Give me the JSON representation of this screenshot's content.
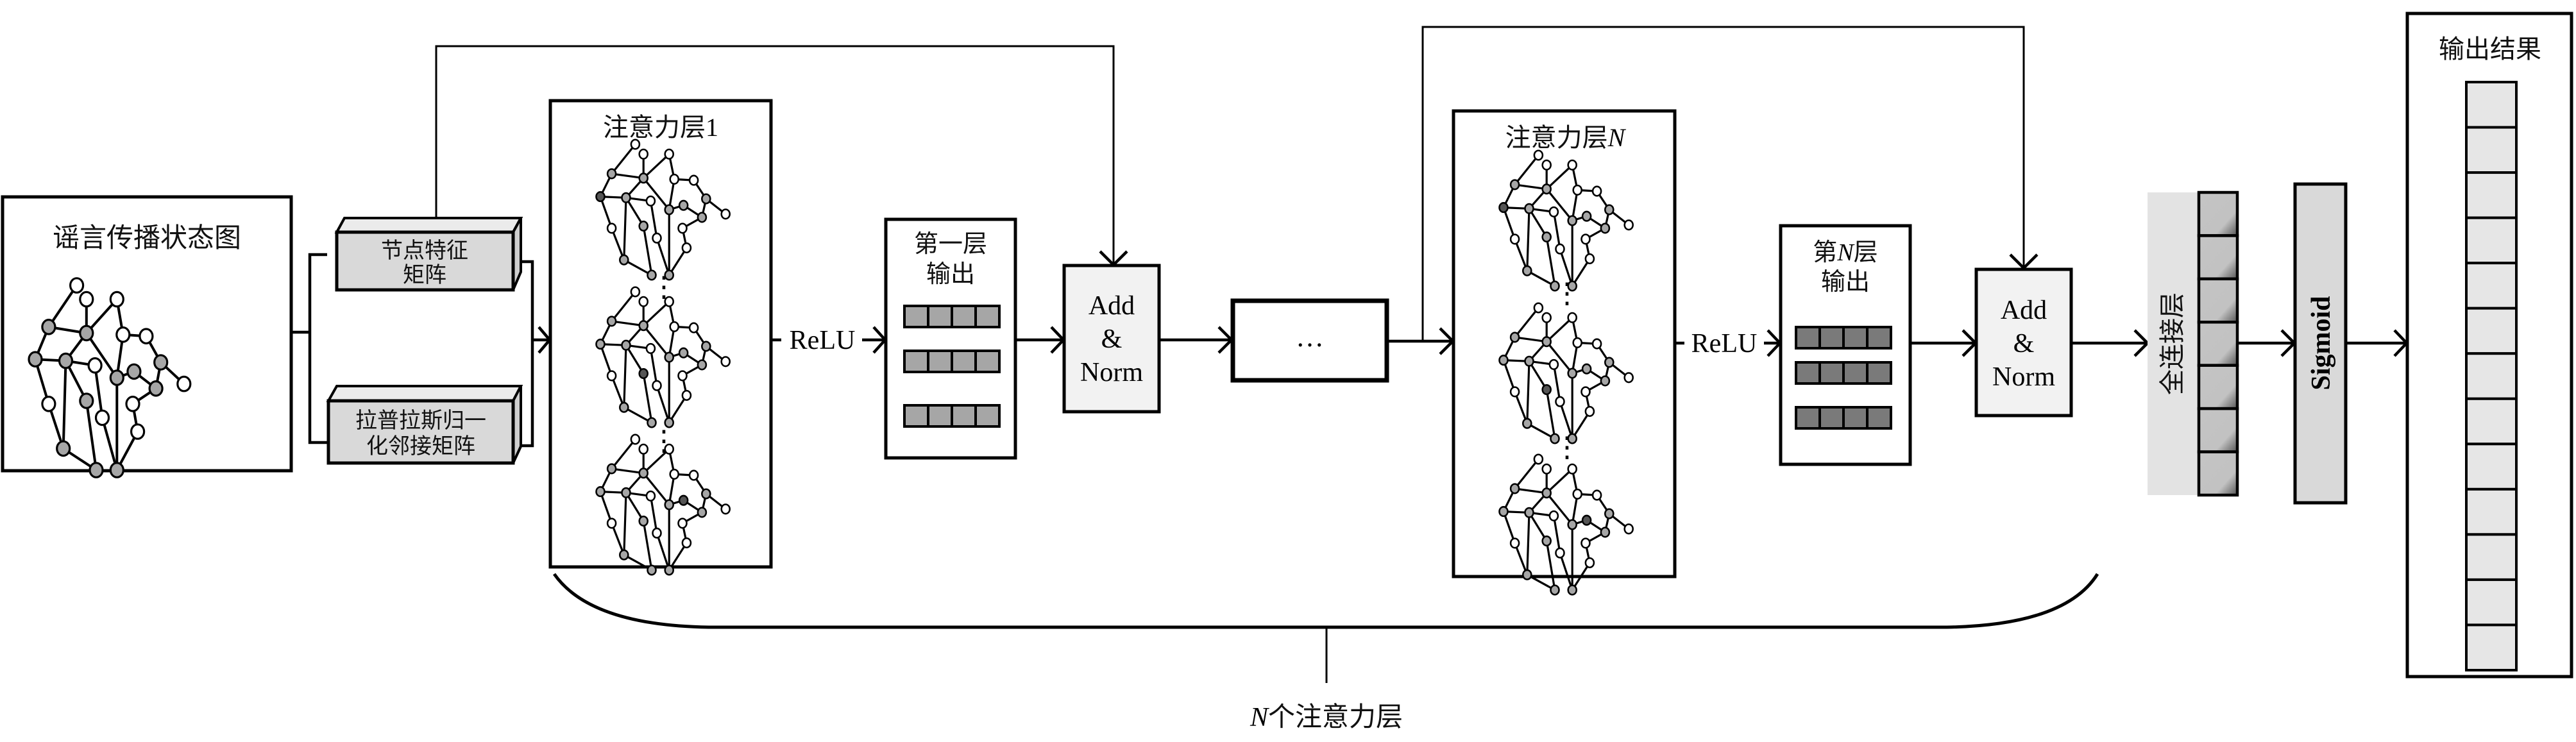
{
  "input": {
    "graph_title": "谣言传播状态图",
    "feature_matrix_line1": "节点特征",
    "feature_matrix_line2": "矩阵",
    "laplacian_line1": "拉普拉斯归一",
    "laplacian_line2": "化邻接矩阵"
  },
  "attention_layers": [
    {
      "title_prefix": "注意力层",
      "title_index": "1",
      "activation": "ReLU",
      "output_line1_a": "第",
      "output_line1_index": "一",
      "output_line1_b": "层",
      "output_line2": "输出",
      "output_vector_color": "#a6a6a6"
    },
    {
      "title_prefix": "注意力层",
      "title_index": "N",
      "activation": "ReLU",
      "output_line1_a": "第",
      "output_line1_index": "N",
      "output_line1_b": "层",
      "output_line2": "输出",
      "output_vector_color": "#7a7a7a"
    }
  ],
  "add_norm": {
    "line1": "Add",
    "line2": "&",
    "line3": "Norm"
  },
  "ellipsis_block": "…",
  "vertical_ellipsis": "⋮",
  "brace_label_italic": "N",
  "brace_label_rest": "个注意力层",
  "fc_layer": {
    "label": "全连接层",
    "cell_count": 7
  },
  "sigmoid": {
    "label": "Sigmoid"
  },
  "output": {
    "title": "输出结果",
    "cell_count": 13
  },
  "colors": {
    "stroke": "#000000",
    "box_fill_light": "#f2f2f2",
    "matrix_box_fill": "#d9d9d9",
    "node_white": "#ffffff",
    "node_gray": "#a6a6a6",
    "node_dark": "#555555",
    "fc_bg": "#e3e3e3",
    "fc_cell": "#c2c2c2",
    "sigmoid_fill": "#d9d9d9",
    "output_cell": "#e6e6e6"
  }
}
